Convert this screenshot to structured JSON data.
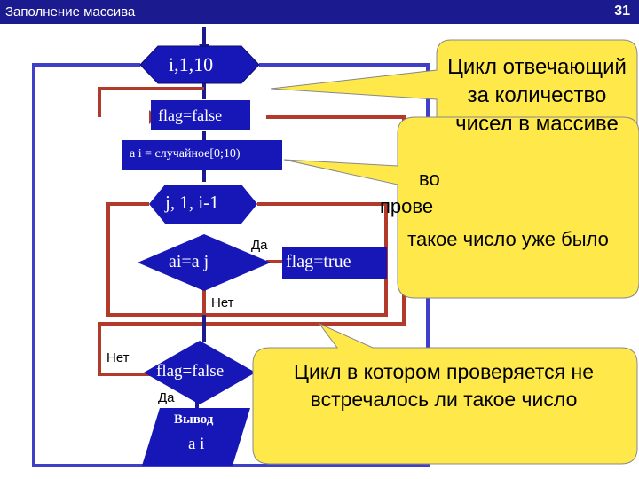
{
  "header": {
    "title": "Заполнение массива",
    "page_number": "31"
  },
  "flowchart": {
    "loop_i": "i,1,10",
    "flag_false": "flag=false",
    "assign_ai": "a i = случайное[0;10)",
    "loop_j": "j, 1, i-1",
    "compare": "ai=a j",
    "flag_true": "flag=true",
    "check_flag": "flag=false",
    "output_label": "Вывод",
    "output_var": "a i",
    "label_yes_1": "Да",
    "label_no_1": "Нет",
    "label_no_2": "Нет",
    "label_yes_2": "Да"
  },
  "callouts": {
    "outer_loop": "Цикл отвечающий за количество чисел в массиве",
    "hidden_partial_1": "во",
    "hidden_partial_2": "прове",
    "check_number": "такое число уже было",
    "inner_loop": "Цикл в котором проверяется не встречалось ли такое число"
  },
  "colors": {
    "title_bar": "#1b1b8f",
    "shape_fill": "#1717b8",
    "loop_red": "#b23a2a",
    "loop_blue": "#3f3fc8",
    "callout_fill": "#ffe94a"
  }
}
